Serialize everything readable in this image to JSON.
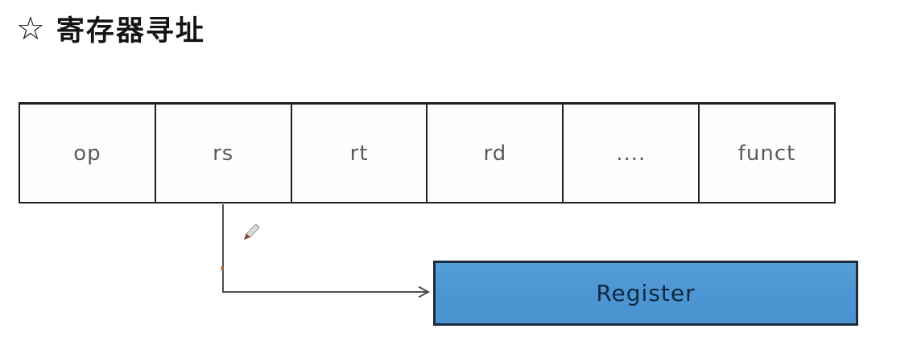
{
  "title": {
    "star_icon": "☆",
    "text": "寄存器寻址"
  },
  "instruction_row": {
    "fields": [
      "op",
      "rs",
      "rt",
      "rd",
      "....",
      "funct"
    ]
  },
  "register_box": {
    "label": "Register"
  },
  "arrow": {
    "from_field": "rs",
    "to": "Register"
  },
  "icons": {
    "star": "star-outline",
    "pen_cursor": "pen-cursor"
  },
  "colors": {
    "background": "#ffffff",
    "title_text": "#141414",
    "box_border": "#1f1f1f",
    "field_text": "#5b5b5b",
    "arrow_line": "#4f4f4f",
    "register_fill": "#4d95d2",
    "register_border": "#1d2c3a",
    "register_text": "#0d2942",
    "pen_tip": "#8e3b32"
  }
}
